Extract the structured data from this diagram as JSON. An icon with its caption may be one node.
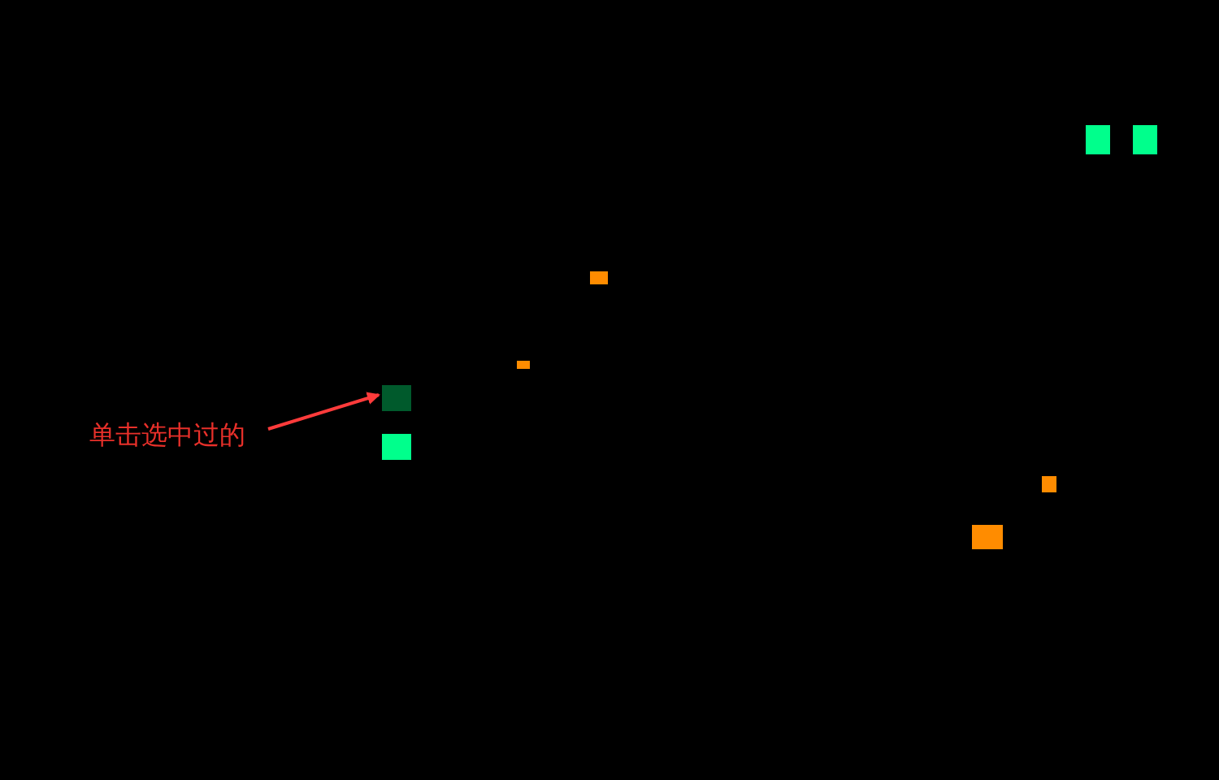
{
  "diagram": {
    "nodes": [
      {
        "text": [
          "单击选中过的"
        ]
      },
      {
        "text": [],
        "shape": "box"
      },
      {
        "text": [],
        "shape": "box"
      },
      {
        "text": [],
        "shape": "box"
      },
      {
        "text": [],
        "shape": "box"
      },
      {
        "text": [],
        "shape": "box"
      },
      {
        "text": [],
        "shape": "box"
      },
      {
        "text": [],
        "shape": "box"
      },
      {
        "text": [],
        "shape": "box"
      }
    ],
    "edges": [
      {
        "from": 0,
        "to": 1,
        "arrow": "to",
        "color": "#ff3b3b"
      }
    ]
  }
}
